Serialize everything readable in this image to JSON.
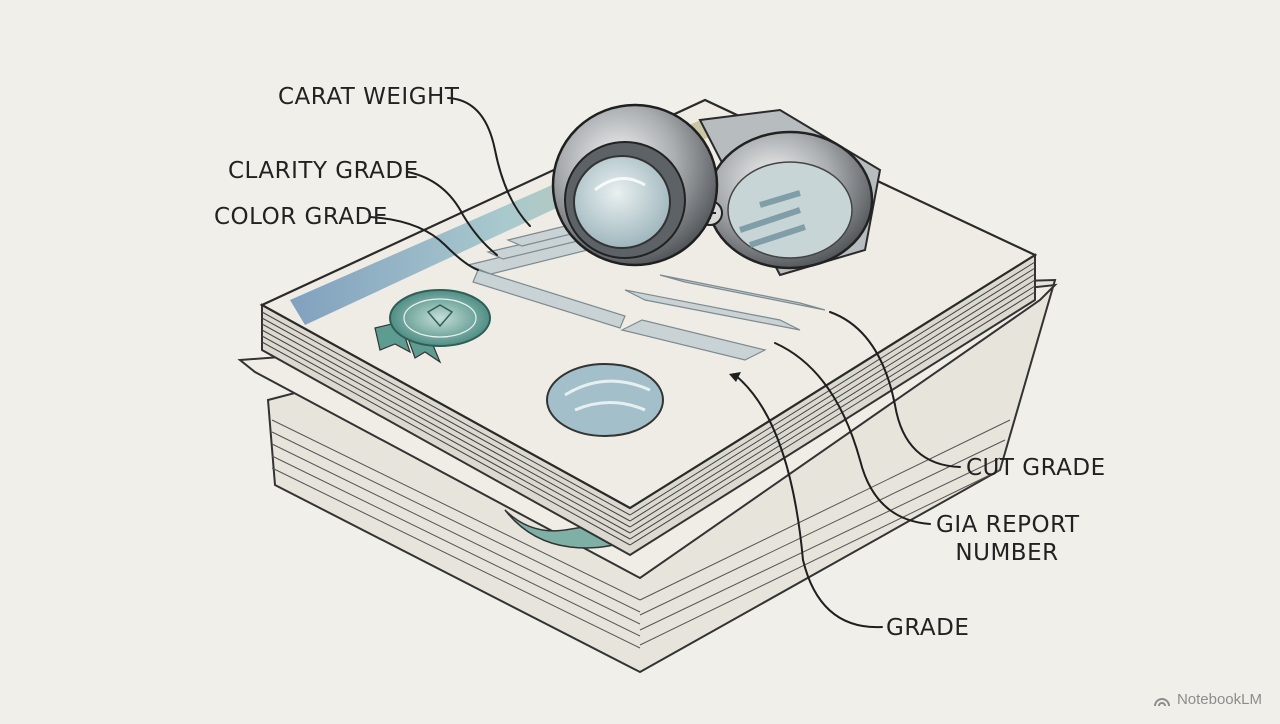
{
  "labels": {
    "carat_weight": "CARAT WEIGHT",
    "clarity_grade": "CLARITY GRADE",
    "color_grade": "COLOR GRADE",
    "cut_grade": "CUT GRADE",
    "gia_report_line1": "GIA REPORT",
    "gia_report_line2": "NUMBER",
    "grade": "GRADE"
  },
  "watermark": {
    "text": "NotebookLM",
    "icon": "notebooklm-logo-icon"
  },
  "colors": {
    "background": "#f1efe9",
    "ink": "#222222",
    "paper": "#eceae3",
    "seal_teal": "#5e9c91",
    "hologram_blue": "#8fb2c4"
  }
}
